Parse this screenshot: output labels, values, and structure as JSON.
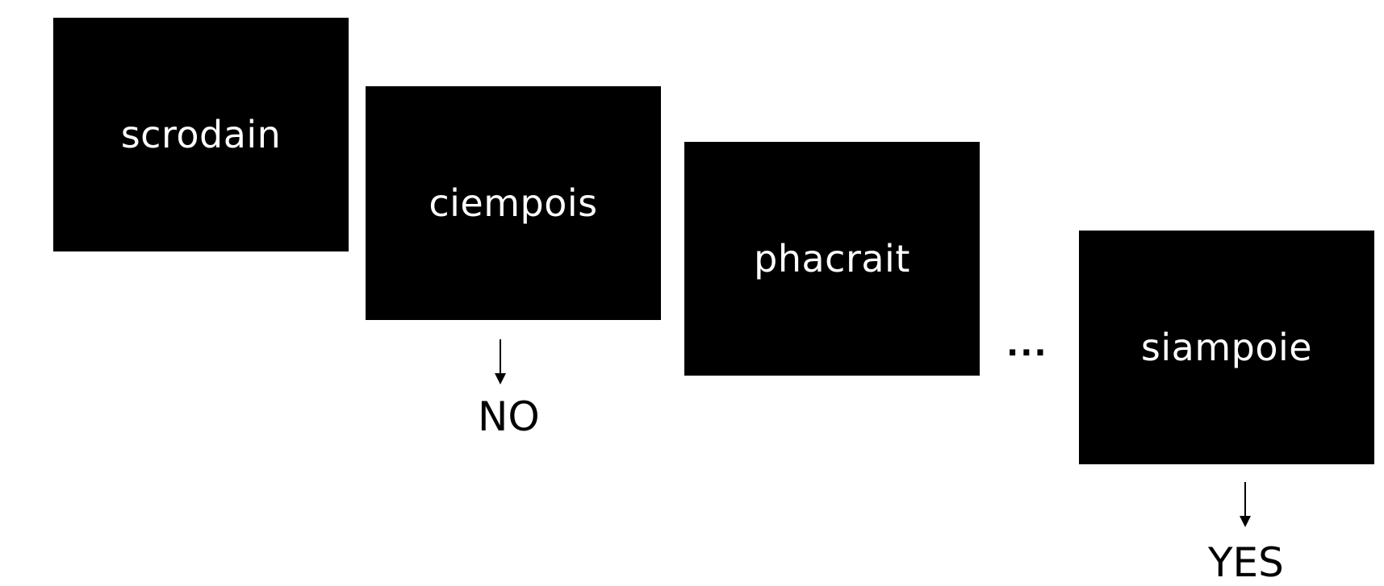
{
  "diagram": {
    "screens": [
      {
        "word": "scrodain"
      },
      {
        "word": "ciempois"
      },
      {
        "word": "phacrait"
      },
      {
        "word": "siampoie"
      }
    ],
    "ellipsis": "...",
    "responses": {
      "no": "NO",
      "yes": "YES"
    },
    "colors": {
      "screen_background": "#000000",
      "screen_text": "#ffffff",
      "label_text": "#000000"
    }
  }
}
